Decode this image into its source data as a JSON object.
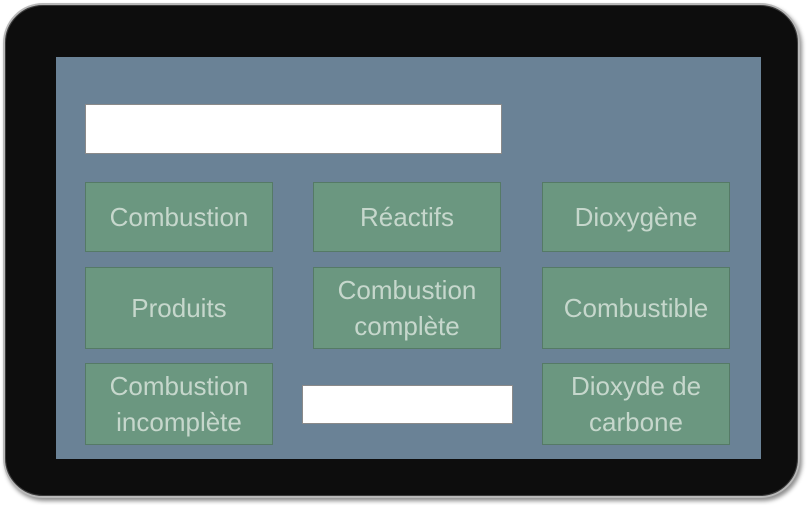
{
  "tiles": [
    {
      "label": "Combustion"
    },
    {
      "label": "Réactifs"
    },
    {
      "label": "Dioxygène"
    },
    {
      "label": "Produits"
    },
    {
      "label": "Combustion\ncomplète"
    },
    {
      "label": "Combustible"
    },
    {
      "label": "Combustion\nincomplète"
    },
    {
      "label": "Dioxyde de\ncarbone"
    }
  ],
  "answer_slots": [
    {
      "value": ""
    },
    {
      "value": ""
    }
  ],
  "colors": {
    "tablet_frame": "#0d0d0d",
    "screen_background": "#6a8296",
    "tile_background": "#6b9780",
    "tile_text": "#c6d7cc",
    "answer_box": "#ffffff"
  }
}
